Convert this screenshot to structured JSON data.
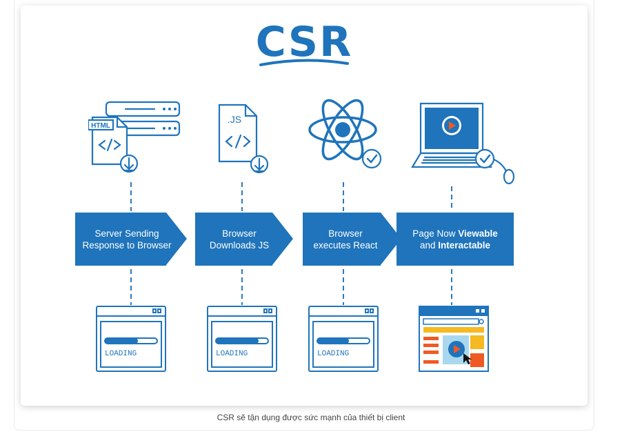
{
  "title": "CSR",
  "steps": [
    {
      "line1": "Server Sending",
      "line2": "Response to Browser"
    },
    {
      "line1": "Browser",
      "line2": "Downloads JS"
    },
    {
      "line1": "Browser",
      "line2": "executes React"
    },
    {
      "line1_a": "Page Now ",
      "line1_b": "Viewable",
      "line2_a": "and ",
      "line2_b": "Interactable"
    }
  ],
  "icons": {
    "html_label": "HTML",
    "js_label": ".JS",
    "code_symbol": "</>",
    "loading_label": "LOADING"
  },
  "caption": "CSR sẽ tận dụng được sức mạnh của thiết bị client",
  "colors": {
    "primary": "#1f74bb",
    "yellow": "#f5b921",
    "orange": "#ef5a24",
    "lightblue": "#a9d8ee"
  }
}
